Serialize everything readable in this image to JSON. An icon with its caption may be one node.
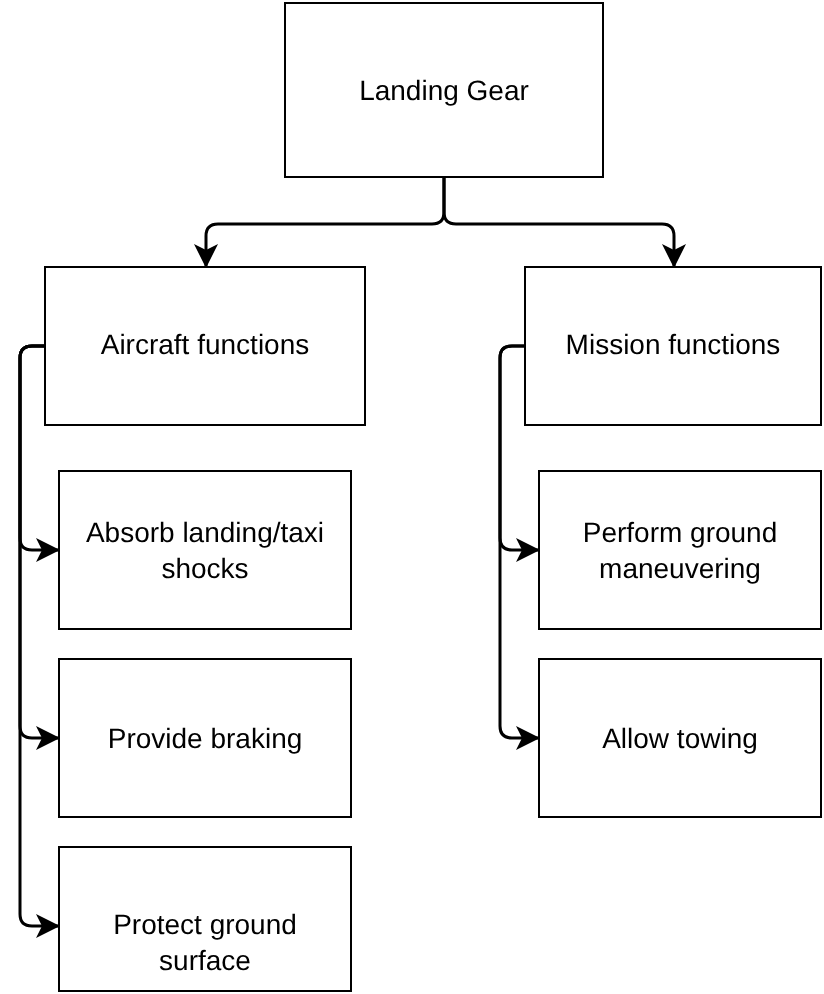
{
  "diagram": {
    "nodes": [
      {
        "text": [
          "Landing Gear"
        ]
      },
      {
        "text": [
          "Aircraft functions"
        ]
      },
      {
        "text": [
          "Mission functions"
        ]
      },
      {
        "text": [
          "Absorb landing/taxi shocks"
        ]
      },
      {
        "text": [
          "Provide braking"
        ]
      },
      {
        "text": [
          "Protect ground surface"
        ]
      },
      {
        "text": [
          "Perform ground maneuvering"
        ]
      },
      {
        "text": [
          "Allow towing"
        ]
      }
    ],
    "edges": [
      {
        "from": 0,
        "to": 1,
        "arrow": "to"
      },
      {
        "from": 0,
        "to": 2,
        "arrow": "to"
      },
      {
        "from": 1,
        "to": 3,
        "arrow": "to"
      },
      {
        "from": 1,
        "to": 4,
        "arrow": "to"
      },
      {
        "from": 1,
        "to": 5,
        "arrow": "to"
      },
      {
        "from": 2,
        "to": 6,
        "arrow": "to"
      },
      {
        "from": 2,
        "to": 7,
        "arrow": "to"
      }
    ]
  }
}
